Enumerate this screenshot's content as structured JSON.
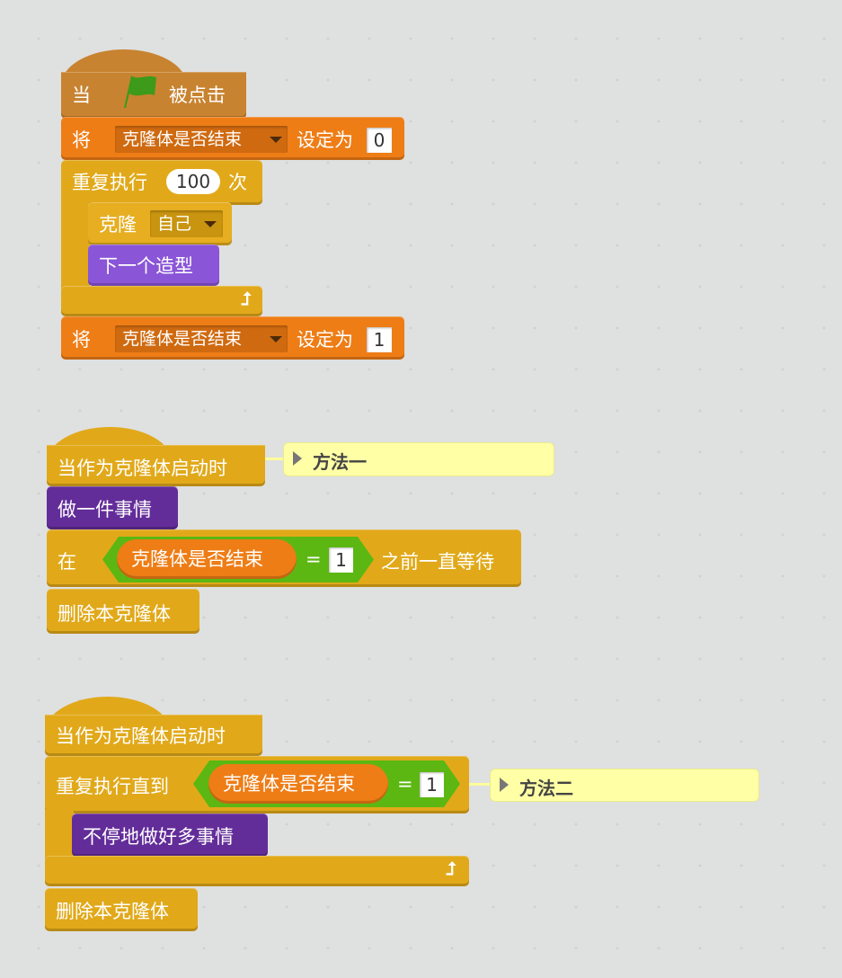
{
  "script1": {
    "hat": {
      "prefix": "当",
      "suffix": "被点击",
      "icon": "green-flag-icon"
    },
    "set1": {
      "label": "将",
      "variable": "克隆体是否结束",
      "to": "设定为",
      "value": "0"
    },
    "repeat": {
      "label": "重复执行",
      "count": "100",
      "times": "次"
    },
    "clone": {
      "label": "克隆",
      "target": "自己"
    },
    "next_costume": "下一个造型",
    "set2": {
      "label": "将",
      "variable": "克隆体是否结束",
      "to": "设定为",
      "value": "1"
    }
  },
  "script2": {
    "hat": "当作为克隆体启动时",
    "comment": "方法一",
    "custom": "做一件事情",
    "wait": {
      "prefix": "在",
      "variable": "克隆体是否结束",
      "op": "=",
      "value": "1",
      "suffix": "之前一直等待"
    },
    "delete": "删除本克隆体"
  },
  "script3": {
    "hat": "当作为克隆体启动时",
    "comment": "方法二",
    "repeat_until": {
      "label": "重复执行直到",
      "variable": "克隆体是否结束",
      "op": "=",
      "value": "1"
    },
    "custom": "不停地做好多事情",
    "delete": "删除本克隆体"
  },
  "colors": {
    "events": "#c88330",
    "data": "#ee7d16",
    "control": "#e1a91a",
    "looks": "#8a55d7",
    "custom": "#632d99",
    "operators": "#5cb712",
    "comment": "#ffffa5"
  }
}
